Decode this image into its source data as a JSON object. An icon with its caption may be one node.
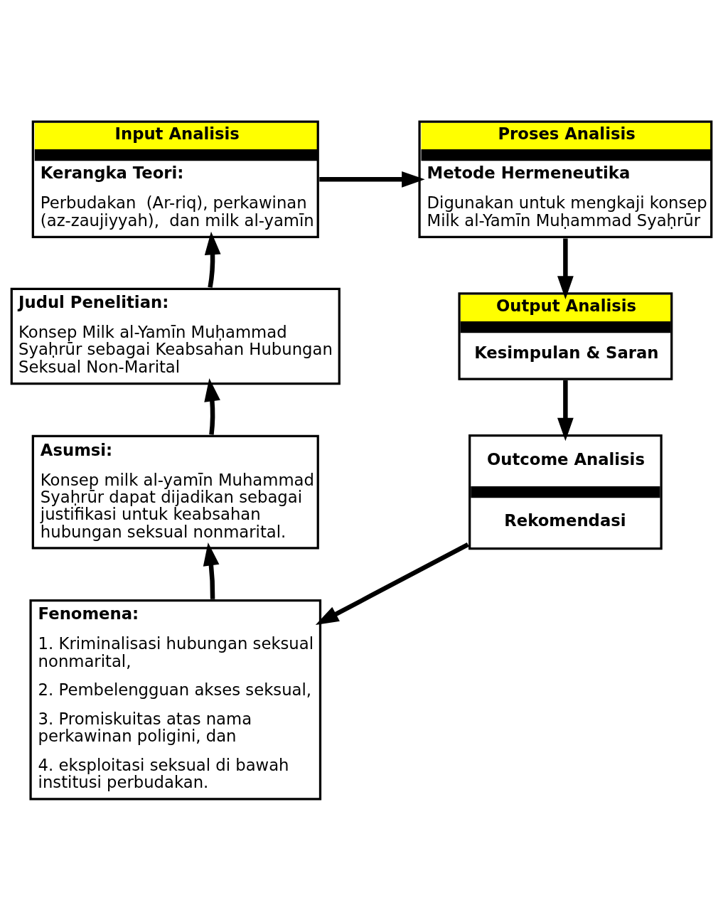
{
  "diagram": {
    "nodes": [
      {
        "text": [
          "Input Analisis",
          "Kerangka Teori:",
          "Perbudakan  (Ar-riq), perkawinan (az-zaujiyyah),  dan milk al-yamīn"
        ]
      },
      {
        "text": [
          "Proses Analisis",
          "Metode Hermeneutika",
          "Digunakan untuk mengkaji konsep Milk al-Yamīn Muḥammad Syaḥrūr"
        ]
      },
      {
        "text": [
          "Output Analisis",
          "Kesimpulan & Saran"
        ]
      },
      {
        "text": [
          "Outcome Analisis",
          "Rekomendasi"
        ]
      },
      {
        "text": [
          "Judul Penelitian:",
          "Konsep Milk al-Yamīn Muḥammad Syaḥrūr sebagai Keabsahan Hubungan Seksual Non-Marital"
        ]
      },
      {
        "text": [
          "Asumsi:",
          "Konsep milk al-yamīn Muhammad Syaḥrūr dapat dijadikan sebagai justifikasi untuk keabsahan hubungan seksual nonmarital."
        ]
      },
      {
        "text": [
          "Fenomena:",
          "1. Kriminalisasi hubungan seksual nonmarital,",
          "2. Pembelengguan akses seksual,",
          "3. Promiskuitas atas nama perkawinan poligini, dan",
          "4. eksploitasi seksual di bawah institusi perbudakan."
        ]
      }
    ],
    "edges": [
      {
        "from": 6,
        "to": 5,
        "arrow": "to"
      },
      {
        "from": 5,
        "to": 4,
        "arrow": "to"
      },
      {
        "from": 4,
        "to": 0,
        "arrow": "to"
      },
      {
        "from": 0,
        "to": 1,
        "arrow": "to"
      },
      {
        "from": 1,
        "to": 2,
        "arrow": "to"
      },
      {
        "from": 2,
        "to": 3,
        "arrow": "to"
      },
      {
        "from": 3,
        "to": 6,
        "arrow": "to"
      }
    ]
  }
}
